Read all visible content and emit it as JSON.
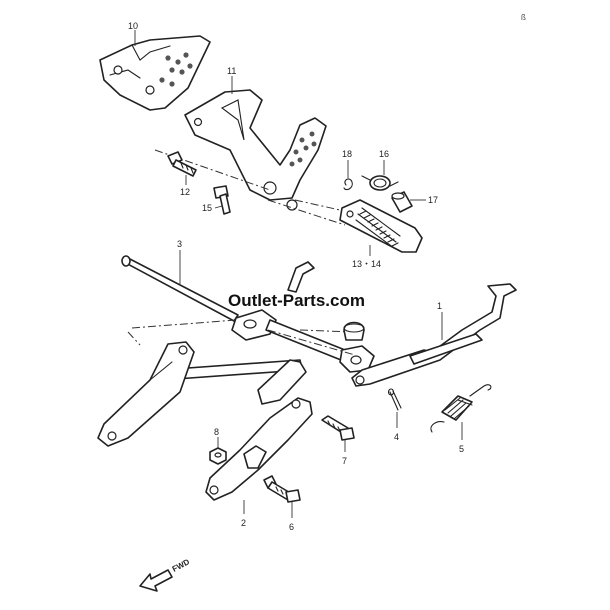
{
  "watermark": "Outlet-Parts.com",
  "direction_label": "FWD",
  "corner_mark": "ß",
  "part_labels": [
    {
      "id": "10",
      "text": "10"
    },
    {
      "id": "11",
      "text": "11"
    },
    {
      "id": "12",
      "text": "12"
    },
    {
      "id": "15",
      "text": "15"
    },
    {
      "id": "18",
      "text": "18"
    },
    {
      "id": "16",
      "text": "16"
    },
    {
      "id": "17",
      "text": "17"
    },
    {
      "id": "13-14",
      "text": "13・14"
    },
    {
      "id": "3",
      "text": "3"
    },
    {
      "id": "1",
      "text": "1"
    },
    {
      "id": "4",
      "text": "4"
    },
    {
      "id": "5",
      "text": "5"
    },
    {
      "id": "7",
      "text": "7"
    },
    {
      "id": "8",
      "text": "8"
    },
    {
      "id": "2",
      "text": "2"
    },
    {
      "id": "6",
      "text": "6"
    }
  ]
}
